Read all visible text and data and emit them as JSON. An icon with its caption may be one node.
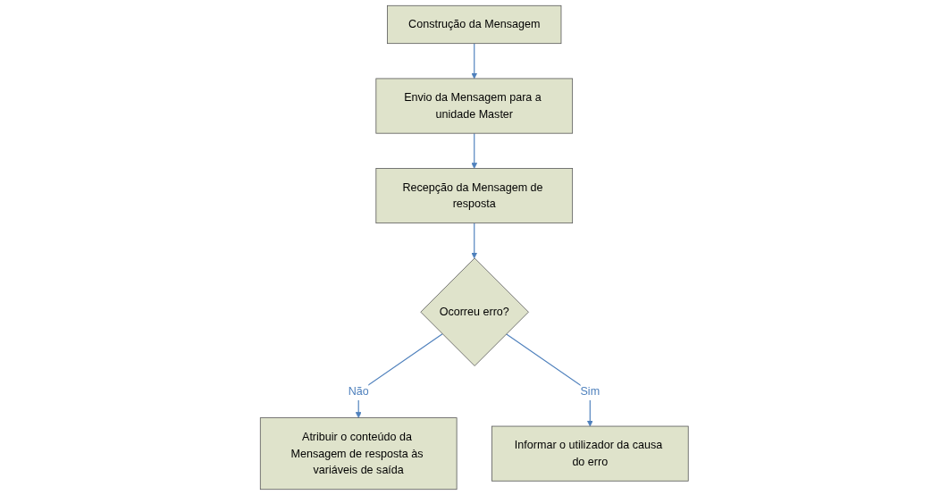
{
  "diagram": {
    "nodes": [
      {
        "text": [
          "Construção da Mensagem"
        ]
      },
      {
        "text": [
          "Envio da Mensagem para a unidade Master"
        ]
      },
      {
        "text": [
          "Recepção da Mensagem de resposta"
        ]
      },
      {
        "text": [
          "Ocorreu erro?"
        ]
      },
      {
        "text": [
          "Atribuir o conteúdo da Mensagem de resposta às variáveis de saída"
        ]
      },
      {
        "text": [
          "Informar o utilizador da causa do erro"
        ]
      }
    ],
    "edges": [
      {
        "from": 0,
        "to": 1,
        "arrow": "to"
      },
      {
        "from": 1,
        "to": 2,
        "arrow": "to"
      },
      {
        "from": 2,
        "to": 3,
        "arrow": "to"
      },
      {
        "from": 3,
        "to": 4,
        "arrow": "to",
        "label": "Não"
      },
      {
        "from": 3,
        "to": 5,
        "arrow": "to",
        "label": "Sim"
      }
    ]
  }
}
